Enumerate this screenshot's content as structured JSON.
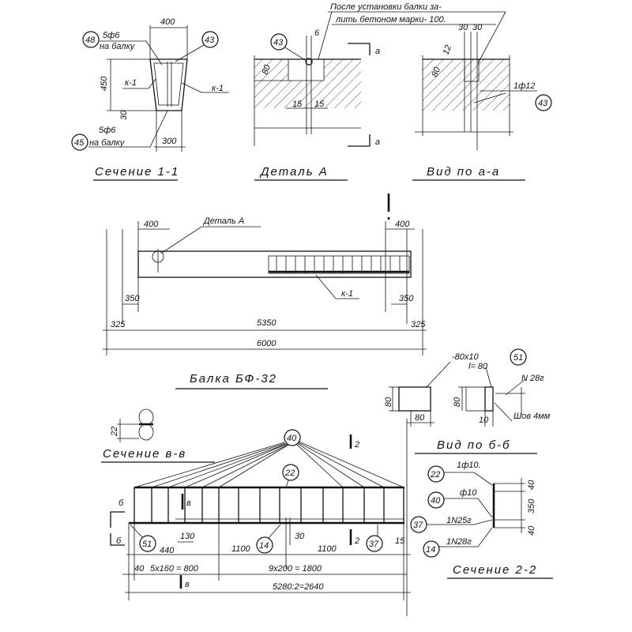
{
  "note": {
    "line1": "После установки балки за-",
    "line2": "лить бетоном марки- 100."
  },
  "section_1_1": {
    "title": "Сечение 1-1",
    "width_top": "400",
    "bars_top": "5ф6",
    "bars_top_sub": "на балку",
    "mark_48": "48",
    "mark_43": "43",
    "height": "450",
    "frame_left": "к-1",
    "frame_right": "к-1",
    "cover": "30",
    "bars_bottom": "5ф6",
    "bars_bottom_sub": "на балку",
    "mark_45": "45",
    "width_bottom": "300"
  },
  "detail_a": {
    "title": "Деталь А",
    "mark": "43",
    "gap": "6",
    "depth": "80",
    "dim_left": "15",
    "dim_right": "15",
    "cut_top": "a",
    "cut_bottom": "a"
  },
  "view_a_a": {
    "title": "Вид по а-а",
    "dim_1": "30",
    "dim_2": "30",
    "dim_3": "12",
    "depth": "80",
    "bar": "1ф12",
    "mark": "43"
  },
  "beam": {
    "title": "Балка БФ-32",
    "detail_label": "Деталь А",
    "dim_400_left": "400",
    "dim_400_right": "400",
    "frame": "к-1",
    "dim_350_left": "350",
    "dim_350_right": "350",
    "dim_325_left": "325",
    "dim_325_right": "325",
    "span": "5350",
    "length": "6000"
  },
  "view_b_b": {
    "title": "Вид по б-б",
    "plate": "-80х10",
    "plate_len": "l= 80",
    "mark": "51",
    "angle": "N 28г",
    "h1": "80",
    "w1": "80",
    "h2": "80",
    "t": "10",
    "weld": "Шов 4мм"
  },
  "section_v_v": {
    "title": "Сечение в-в",
    "dim": "22"
  },
  "frame": {
    "mark_40": "40",
    "mark_22": "22",
    "cut_2_top": "2",
    "cut_2_bottom": "2",
    "cut_b_top": "б",
    "cut_b_bottom": "б",
    "cut_v_top": "в",
    "cut_v_bottom": "в",
    "mark_51": "51",
    "d440": "440",
    "d130": "130",
    "d1100a": "1100",
    "mark_14": "14",
    "d30": "30",
    "d1100b": "1100",
    "mark_37": "37",
    "d15": "15",
    "d40": "40",
    "d800": "5х160 = 800",
    "d1800": "9х200 = 1800",
    "d2640": "5280:2=2640"
  },
  "section_2_2": {
    "title": "Сечение 2-2",
    "mark_22": "22",
    "bar_22": "1ф10.",
    "mark_40": "40",
    "bar_40": "ф10",
    "mark_37": "37",
    "bar_37": "1N25г",
    "mark_14": "14",
    "bar_14": "1N28г",
    "d_top": "40",
    "d_mid": "350",
    "d_bot": "40"
  }
}
